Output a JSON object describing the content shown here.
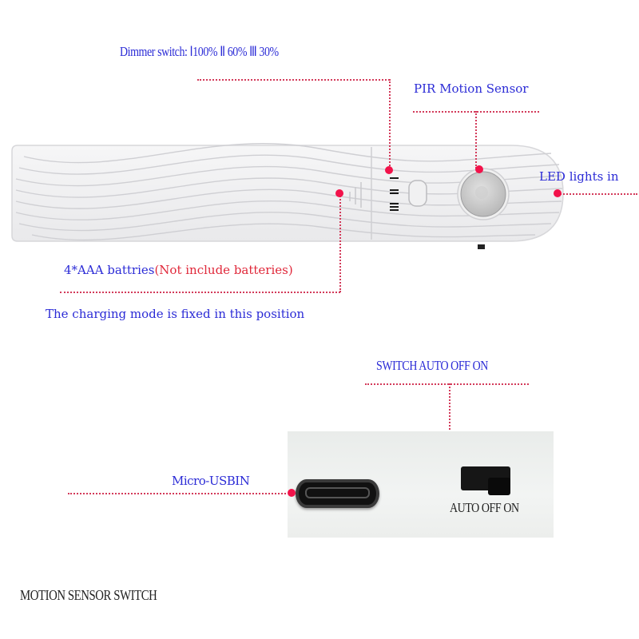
{
  "labels": {
    "dimmer": "Dimmer switch: Ⅰ100%  Ⅱ 60%  Ⅲ 30%",
    "pir": "PIR Motion Sensor",
    "led": "LED lights in",
    "batteries_part1": "4*AAA battries",
    "batteries_part2": "(Not include batteries)",
    "charging": "The charging mode is fixed in this position",
    "switch_title": "SWITCH AUTO OFF ON",
    "micro_usb": "Micro-USBIN",
    "switch_positions": "AUTO OFF ON",
    "caption": "MOTION SENSOR SWITCH"
  },
  "dimmer_marks": [
    "Ⅰ",
    "Ⅱ",
    "Ⅲ"
  ],
  "colors": {
    "label_blue": "#2b2bd6",
    "note_red": "#e0283a",
    "leader_line": "#d33a5a",
    "marker_dot": "#f2124a",
    "device_body": "#f3f3f4"
  }
}
